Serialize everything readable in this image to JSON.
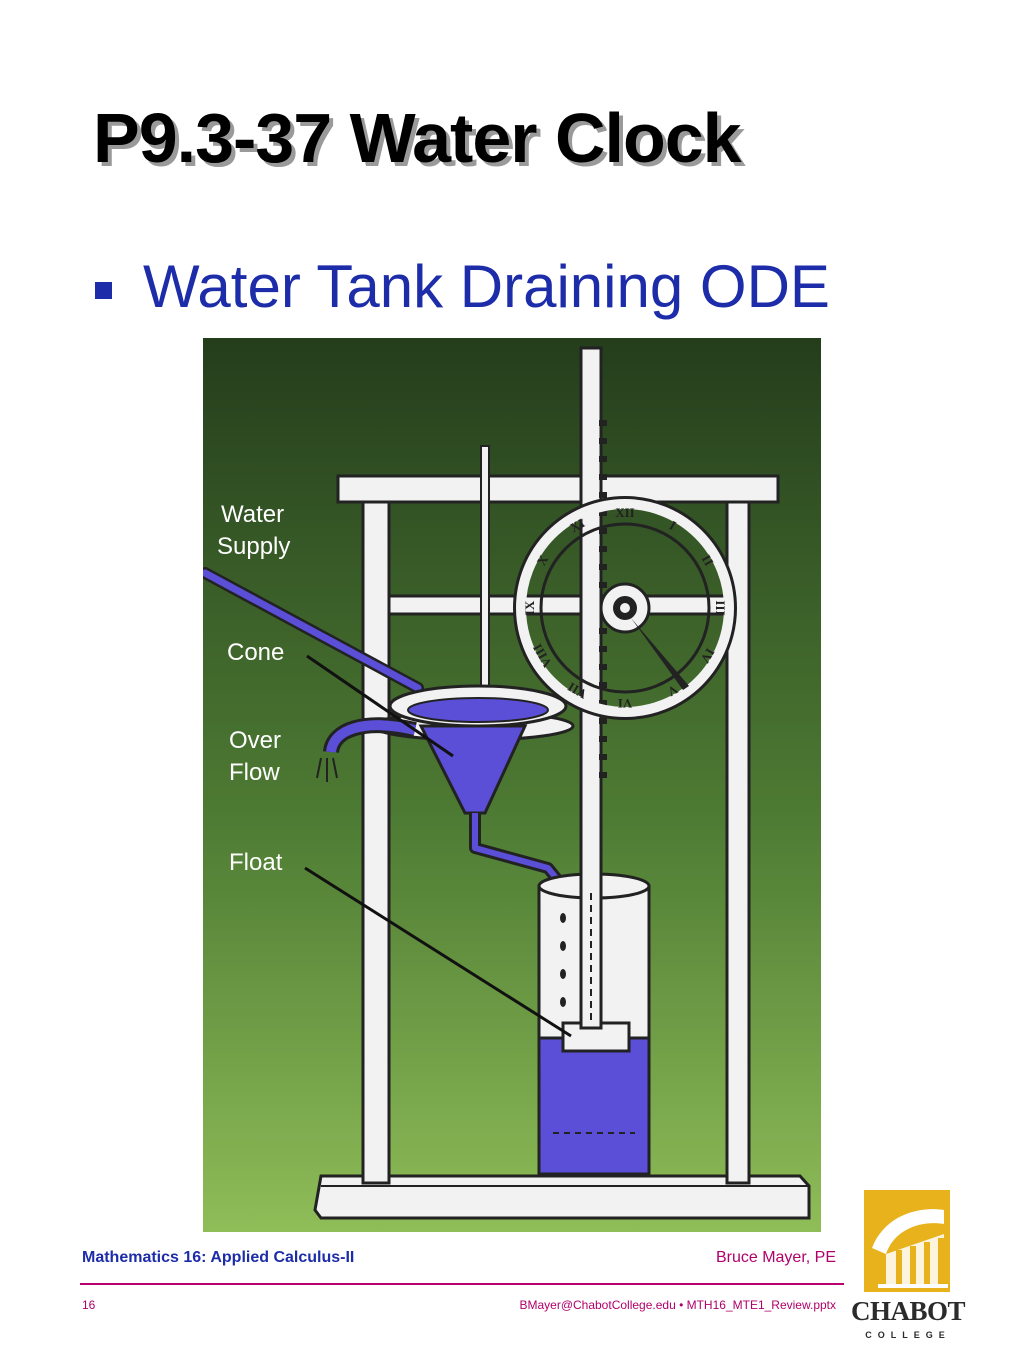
{
  "slide": {
    "title": "P9.3-37 Water Clock",
    "bullet": "Water Tank Draining ODE"
  },
  "figure": {
    "labels": {
      "water": "Water",
      "supply": "Supply",
      "cone": "Cone",
      "over": "Over",
      "flow": "Flow",
      "float": "Float"
    },
    "dial_numerals": [
      "XII",
      "I",
      "II",
      "III",
      "IV",
      "V",
      "VI",
      "VII",
      "VIII",
      "IX",
      "X",
      "XI"
    ],
    "colors": {
      "background_top": "#243d1c",
      "background_bottom": "#8fbd58",
      "water": "#5a4fd6",
      "wood": "#f2f2f2"
    }
  },
  "footer": {
    "course": "Mathematics 16:  Applied Calculus-II",
    "author": "Bruce Mayer, PE",
    "page": "16",
    "file": "BMayer@ChabotCollege.edu  •  MTH16_MTE1_Review.pptx"
  },
  "logo": {
    "word": "CHABOT",
    "sub": "COLLEGE",
    "colors": {
      "gold": "#e8b21c",
      "dark": "#2b2b2b"
    }
  }
}
